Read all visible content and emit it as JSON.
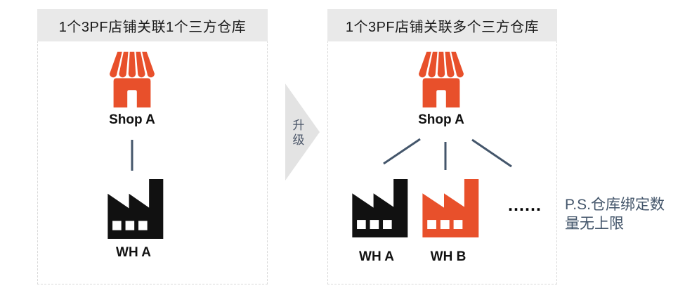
{
  "left_panel": {
    "title": "1个3PF店铺关联1个三方仓库",
    "shop_label": "Shop A",
    "warehouses": [
      {
        "label": "WH A",
        "color_name": "black",
        "color": "#111111"
      }
    ]
  },
  "upgrade_arrow": {
    "label": "升级"
  },
  "right_panel": {
    "title": "1个3PF店铺关联多个三方仓库",
    "shop_label": "Shop A",
    "warehouses": [
      {
        "label": "WH A",
        "color_name": "black",
        "color": "#111111"
      },
      {
        "label": "WH B",
        "color_name": "orange",
        "color": "#e8502b"
      }
    ],
    "more_indicator": "……"
  },
  "note": {
    "text": "P.S.仓库绑定数量无上限"
  },
  "icons": {
    "shop": "storefront-icon",
    "warehouse": "factory-icon"
  },
  "colors": {
    "shop_orange": "#e8502b",
    "warehouse_black": "#111111",
    "warehouse_orange": "#e8502b",
    "header_background": "#e9e9e9",
    "arrow_background": "#e3e3e3",
    "connector_slate": "#44566b",
    "note_text": "#44566b",
    "panel_border": "#d9d9d9",
    "title_text": "#1b1b1b"
  }
}
